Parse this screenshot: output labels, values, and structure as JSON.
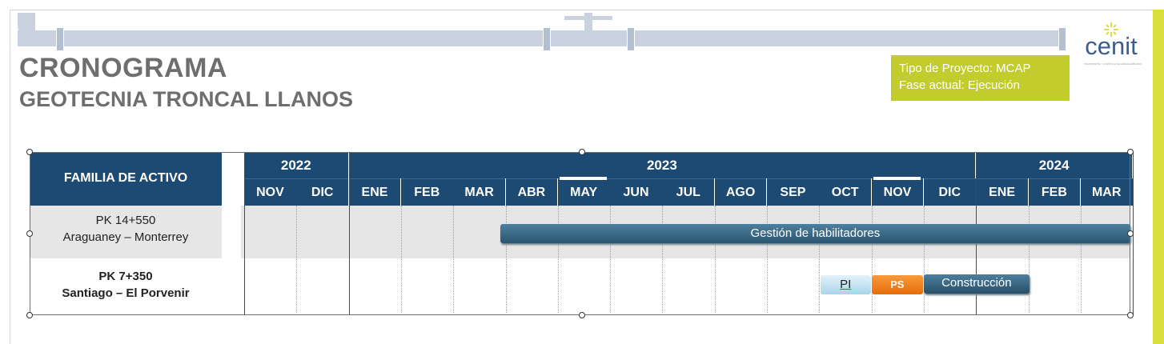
{
  "title": "CRONOGRAMA",
  "subtitle": "GEOTECNIA TRONCAL LLANOS",
  "info": {
    "line1": "Tipo de Proyecto: MCAP",
    "line2": "Fase actual: Ejecución"
  },
  "logo": {
    "text": "cenit",
    "tagline": "TRANSPORTE Y LOGÍSTICA DE HIDROCARBUROS"
  },
  "colors": {
    "header_blue": "#1c4a72",
    "info_box": "#c3cc2d",
    "bar_blue": "#2f5f7c",
    "pi_bar": "#bfe0f0",
    "ps_bar": "#f07c14"
  },
  "table": {
    "family_header": "FAMILIA DE ACTIVO",
    "years": [
      "2022",
      "2023",
      "2024"
    ],
    "months": [
      "NOV",
      "DIC",
      "ENE",
      "FEB",
      "MAR",
      "ABR",
      "MAY",
      "JUN",
      "JUL",
      "AGO",
      "SEP",
      "OCT",
      "NOV",
      "DIC",
      "ENE",
      "FEB",
      "MAR"
    ],
    "rows": [
      {
        "line1": "PK 14+550",
        "line2": "Araguaney – Monterrey"
      },
      {
        "line1": "PK 7+350",
        "line2": "Santiago – El Porvenir"
      }
    ]
  },
  "bars": {
    "gestion": "Gestión de habilitadores",
    "pi": "PI",
    "ps": "PS",
    "construccion": "Construcción"
  }
}
